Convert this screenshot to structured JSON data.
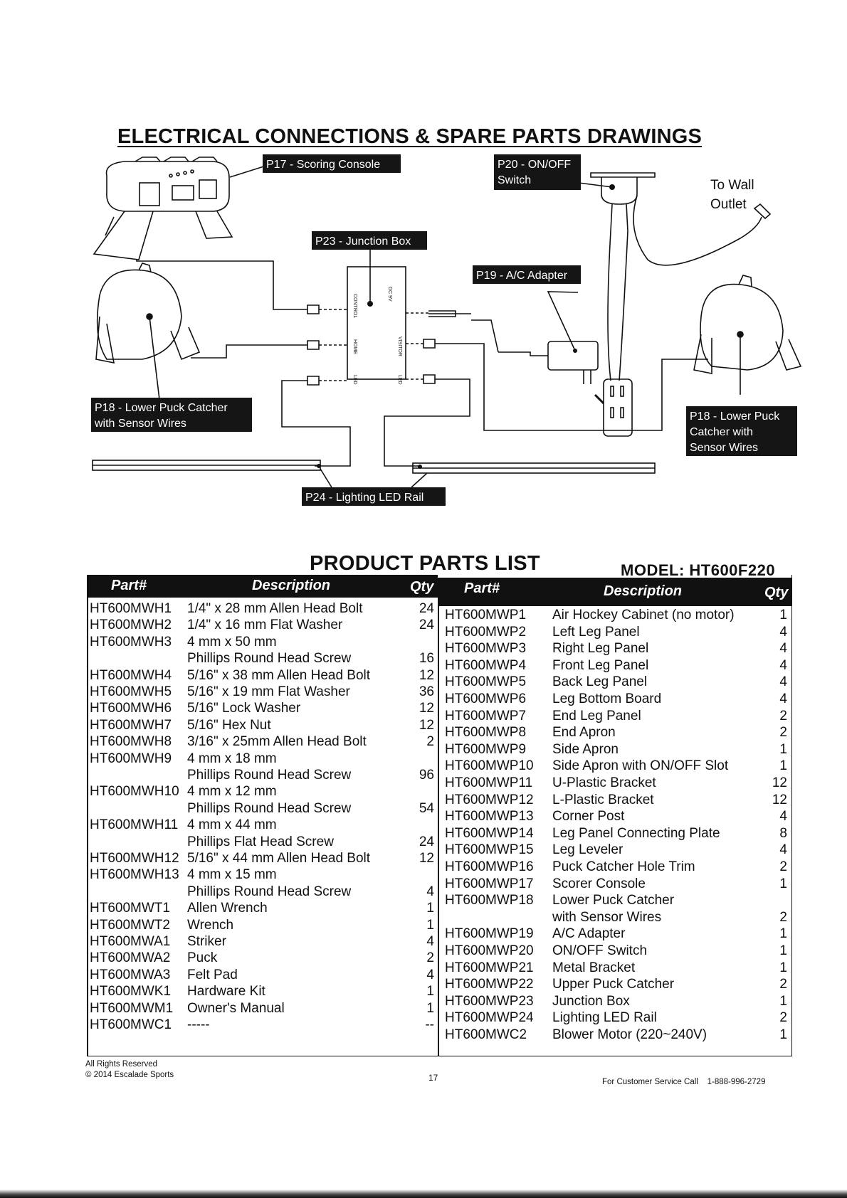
{
  "page": {
    "title": "ELECTRICAL CONNECTIONS & SPARE PARTS DRAWINGS"
  },
  "diagram": {
    "labels": {
      "p17": "P17 - Scoring Console",
      "p20_line1": "P20 - ON/OFF",
      "p20_line2": "Switch",
      "p23": "P23 - Junction Box",
      "p19": "P19 - A/C Adapter",
      "p18_left_line1": "P18 - Lower Puck Catcher",
      "p18_left_line2": "with Sensor Wires",
      "p18_right_line1": "P18 - Lower Puck",
      "p18_right_line2": "Catcher with",
      "p18_right_line3": "Sensor Wires",
      "p24": "P24 - Lighting LED Rail",
      "wall_line1": "To Wall",
      "wall_line2": "Outlet"
    },
    "junction_box": {
      "control": "CONTROL",
      "home": "HOME",
      "led": "LED",
      "visitor": "VISITOR",
      "power": "DC 9V"
    }
  },
  "parts_list": {
    "title": "PRODUCT PARTS LIST",
    "model": "MODEL: HT600F220",
    "headers": {
      "part": "Part#",
      "description": "Description",
      "qty": "Qty"
    },
    "left_rows": [
      {
        "part": "HT600MWH1",
        "desc": [
          "1/4\" x 28 mm Allen Head Bolt"
        ],
        "qty": "24"
      },
      {
        "part": "HT600MWH2",
        "desc": [
          "1/4\" x 16 mm Flat Washer"
        ],
        "qty": "24"
      },
      {
        "part": "HT600MWH3",
        "desc": [
          "4 mm x 50 mm",
          "Phillips Round Head Screw"
        ],
        "qty": "16"
      },
      {
        "part": "HT600MWH4",
        "desc": [
          "5/16\" x 38 mm Allen Head Bolt"
        ],
        "qty": "12"
      },
      {
        "part": "HT600MWH5",
        "desc": [
          "5/16\" x 19 mm Flat Washer"
        ],
        "qty": "36"
      },
      {
        "part": "HT600MWH6",
        "desc": [
          "5/16\" Lock Washer"
        ],
        "qty": "12"
      },
      {
        "part": "HT600MWH7",
        "desc": [
          "5/16\" Hex Nut"
        ],
        "qty": "12"
      },
      {
        "part": "HT600MWH8",
        "desc": [
          "3/16\" x 25mm Allen Head Bolt"
        ],
        "qty": "2"
      },
      {
        "part": "HT600MWH9",
        "desc": [
          "4 mm x 18 mm",
          "Phillips Round Head Screw"
        ],
        "qty": "96"
      },
      {
        "part": "HT600MWH10",
        "desc": [
          "4 mm x 12 mm",
          "Phillips Round Head Screw"
        ],
        "qty": "54"
      },
      {
        "part": "HT600MWH11",
        "desc": [
          "4 mm x 44 mm",
          "Phillips Flat Head Screw"
        ],
        "qty": "24"
      },
      {
        "part": "HT600MWH12",
        "desc": [
          "5/16\" x 44 mm Allen Head Bolt"
        ],
        "qty": "12"
      },
      {
        "part": "HT600MWH13",
        "desc": [
          "4 mm x 15 mm",
          "Phillips Round Head Screw"
        ],
        "qty": "4"
      },
      {
        "part": "HT600MWT1",
        "desc": [
          "Allen Wrench"
        ],
        "qty": "1"
      },
      {
        "part": "HT600MWT2",
        "desc": [
          "Wrench"
        ],
        "qty": "1"
      },
      {
        "part": "HT600MWA1",
        "desc": [
          "Striker"
        ],
        "qty": "4"
      },
      {
        "part": "HT600MWA2",
        "desc": [
          "Puck"
        ],
        "qty": "2"
      },
      {
        "part": "HT600MWA3",
        "desc": [
          "Felt Pad"
        ],
        "qty": "4"
      },
      {
        "part": "HT600MWK1",
        "desc": [
          "Hardware Kit"
        ],
        "qty": "1"
      },
      {
        "part": "HT600MWM1",
        "desc": [
          "Owner's Manual"
        ],
        "qty": "1"
      },
      {
        "part": "HT600MWC1",
        "desc": [
          "-----"
        ],
        "qty": "--"
      }
    ],
    "right_rows": [
      {
        "part": "HT600MWP1",
        "desc": [
          "Air Hockey Cabinet (no motor)"
        ],
        "qty": "1"
      },
      {
        "part": "HT600MWP2",
        "desc": [
          "Left Leg Panel"
        ],
        "qty": "4"
      },
      {
        "part": "HT600MWP3",
        "desc": [
          "Right Leg Panel"
        ],
        "qty": "4"
      },
      {
        "part": "HT600MWP4",
        "desc": [
          "Front Leg Panel"
        ],
        "qty": "4"
      },
      {
        "part": "HT600MWP5",
        "desc": [
          "Back Leg Panel"
        ],
        "qty": "4"
      },
      {
        "part": "HT600MWP6",
        "desc": [
          "Leg Bottom Board"
        ],
        "qty": "4"
      },
      {
        "part": "HT600MWP7",
        "desc": [
          "End Leg Panel"
        ],
        "qty": "2"
      },
      {
        "part": "HT600MWP8",
        "desc": [
          "End Apron"
        ],
        "qty": "2"
      },
      {
        "part": "HT600MWP9",
        "desc": [
          "Side Apron"
        ],
        "qty": "1"
      },
      {
        "part": "HT600MWP10",
        "desc": [
          "Side Apron with ON/OFF Slot"
        ],
        "qty": "1"
      },
      {
        "part": "HT600MWP11",
        "desc": [
          "U-Plastic Bracket"
        ],
        "qty": "12"
      },
      {
        "part": "HT600MWP12",
        "desc": [
          "L-Plastic Bracket"
        ],
        "qty": "12"
      },
      {
        "part": "HT600MWP13",
        "desc": [
          "Corner Post"
        ],
        "qty": "4"
      },
      {
        "part": "HT600MWP14",
        "desc": [
          "Leg Panel Connecting Plate"
        ],
        "qty": "8"
      },
      {
        "part": "HT600MWP15",
        "desc": [
          "Leg Leveler"
        ],
        "qty": "4"
      },
      {
        "part": "HT600MWP16",
        "desc": [
          "Puck Catcher Hole Trim"
        ],
        "qty": "2"
      },
      {
        "part": "HT600MWP17",
        "desc": [
          "Scorer Console"
        ],
        "qty": "1"
      },
      {
        "part": "HT600MWP18",
        "desc": [
          "Lower Puck Catcher",
          "with Sensor Wires"
        ],
        "qty": "2"
      },
      {
        "part": "HT600MWP19",
        "desc": [
          "A/C Adapter"
        ],
        "qty": "1"
      },
      {
        "part": "HT600MWP20",
        "desc": [
          "ON/OFF Switch"
        ],
        "qty": "1"
      },
      {
        "part": "HT600MWP21",
        "desc": [
          "Metal Bracket"
        ],
        "qty": "1"
      },
      {
        "part": "HT600MWP22",
        "desc": [
          "Upper Puck Catcher"
        ],
        "qty": "2"
      },
      {
        "part": "HT600MWP23",
        "desc": [
          "Junction Box"
        ],
        "qty": "1"
      },
      {
        "part": "HT600MWP24",
        "desc": [
          "Lighting LED Rail"
        ],
        "qty": "2"
      },
      {
        "part": "HT600MWC2",
        "desc": [
          "Blower Motor (220~240V)"
        ],
        "qty": "1"
      }
    ]
  },
  "footer": {
    "rights": "All Rights Reserved",
    "copyright": "© 2014 Escalade Sports",
    "page_number": "17",
    "service_label": "For Customer Service Call",
    "service_phone": "1-888-996-2729"
  }
}
